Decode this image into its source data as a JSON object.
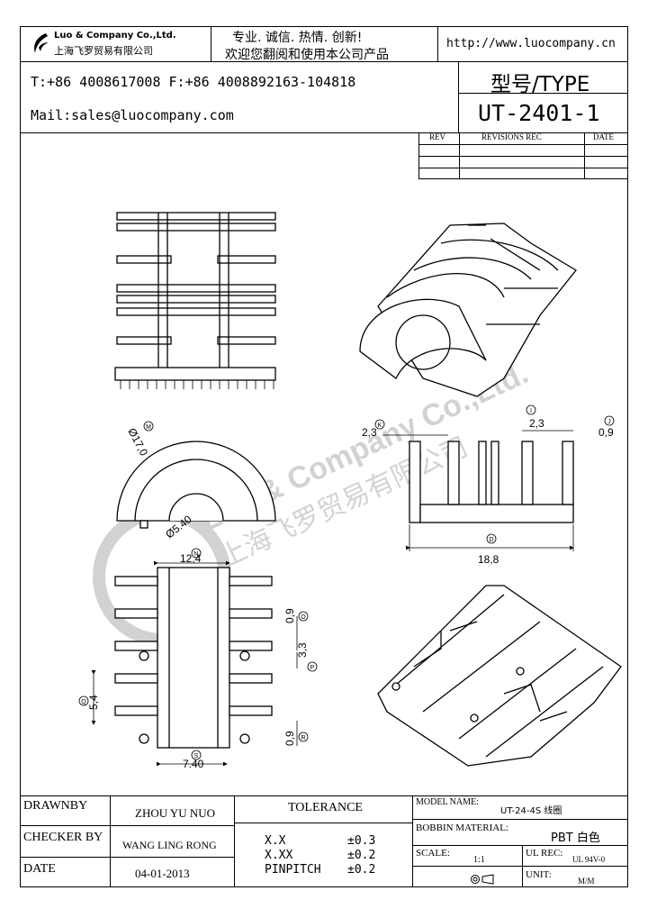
{
  "header": {
    "company_en": "Luo & Company Co.,Ltd.",
    "company_cn": "上海飞罗贸易有限公司",
    "slogan_line1": "专业. 诚信.  热情.  创新!",
    "slogan_line2": "欢迎您翻阅和使用本公司产品",
    "website": "http://www.luocompany.cn",
    "phone_fax": "T:+86 4008617008 F:+86 4008892163-104818",
    "mail": "Mail:sales@luocompany.com",
    "type_label": "型号/TYPE",
    "type_value": "UT-2401-1"
  },
  "revisions": {
    "col_rev": "REV",
    "col_desc": "REVISIONS REC",
    "col_date": "DATE"
  },
  "dimensions": {
    "d_17": "Ø17,0",
    "d_540": "Ø5.40",
    "w_124": "12,4",
    "w_740": "7.40",
    "h_54": "5,4",
    "h_09a": "0,9",
    "h_33": "3,3",
    "h_09b": "0,9",
    "side_23a": "2,3",
    "side_23b": "2,3",
    "side_09": "0,9",
    "side_188": "18,8",
    "mark_M": "M",
    "mark_N": "N",
    "mark_O": "O",
    "mark_P": "P",
    "mark_Q": "Q",
    "mark_R": "R",
    "mark_S": "S",
    "mark_K": "K",
    "mark_I": "I",
    "mark_J": "J",
    "mark_D": "D"
  },
  "watermark": {
    "en": "Luo & Company Co.,Ltd.",
    "cn": "上海飞罗贸易有限公司"
  },
  "title_block": {
    "drawnby_label": "DRAWNBY",
    "drawnby_value": "ZHOU YU NUO",
    "checker_label": "CHECKER BY",
    "checker_value": "WANG LING RONG",
    "date_label": "DATE",
    "date_value": "04-01-2013",
    "tolerance_label": "TOLERANCE",
    "tol_xx_label": "X.X",
    "tol_xx_value": "±0.3",
    "tol_xxx_label": "X.XX",
    "tol_xxx_value": "±0.2",
    "tol_pin_label": "PINPITCH",
    "tol_pin_value": "±0.2",
    "model_label": "MODEL NAME:",
    "model_value": "UT-24-4S 线圈",
    "bobbin_label": "BOBBIN MATERIAL:",
    "bobbin_value": "PBT 白色",
    "scale_label": "SCALE:",
    "scale_value": "1:1",
    "ul_label": "UL REC:",
    "ul_value": "UL 94V-0",
    "unit_label": "UNIT:",
    "unit_value": "M/M"
  }
}
